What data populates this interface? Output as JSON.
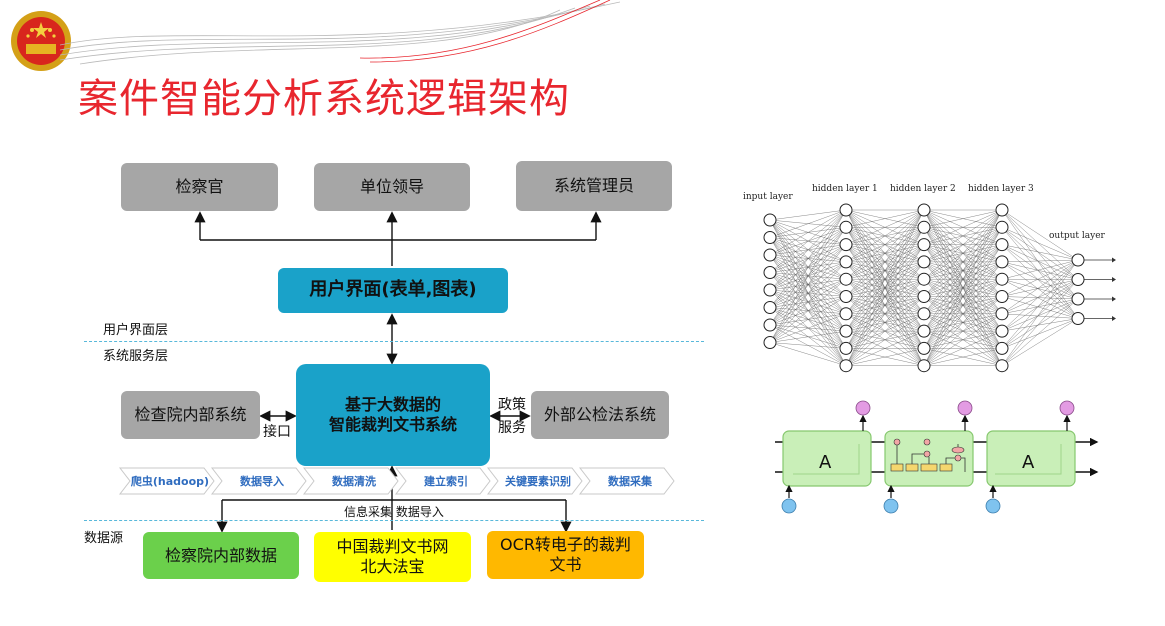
{
  "slide": {
    "title": "案件智能分析系统逻辑架构"
  },
  "users": {
    "prosecutor": "检察官",
    "unit_leader": "单位领导",
    "sys_admin": "系统管理员"
  },
  "ui_layer": {
    "box": "用户界面(表单,图表)",
    "layer_label": "用户界面层"
  },
  "service_layer": {
    "layer_label": "系统服务层",
    "core_line1": "基于大数据的",
    "core_line2": "智能裁判文书系统",
    "internal_system": "检查院内部系统",
    "external_system": "外部公检法系统",
    "interface_label": "接口",
    "policy_line1": "政策",
    "policy_line2": "服务"
  },
  "pipeline": {
    "steps": [
      "爬虫(hadoop)",
      "数据导入",
      "数据清洗",
      "建立索引",
      "关键要素识别",
      "数据采集"
    ],
    "collect_label": "信息采集 数据导入"
  },
  "data_source": {
    "layer_label": "数据源",
    "internal_data": "检察院内部数据",
    "cn_docs_line1": "中国裁判文书网",
    "cn_docs_line2": "北大法宝",
    "ocr_line1": "OCR转电子的裁判",
    "ocr_line2": "文书"
  },
  "neural_net": {
    "input_label": "input layer",
    "hidden1_label": "hidden layer 1",
    "hidden2_label": "hidden layer 2",
    "hidden3_label": "hidden layer 3",
    "output_label": "output layer"
  },
  "lstm": {
    "cell_a_left": "A",
    "cell_a_right": "A"
  },
  "colors": {
    "title": "#e8262e",
    "grey_box": "#a6a6a6",
    "teal_box": "#1aa2c9",
    "green_box": "#6bd04b",
    "yellow_box": "#ffff00",
    "orange_box": "#ffb800",
    "dash_line": "#58b8da"
  }
}
